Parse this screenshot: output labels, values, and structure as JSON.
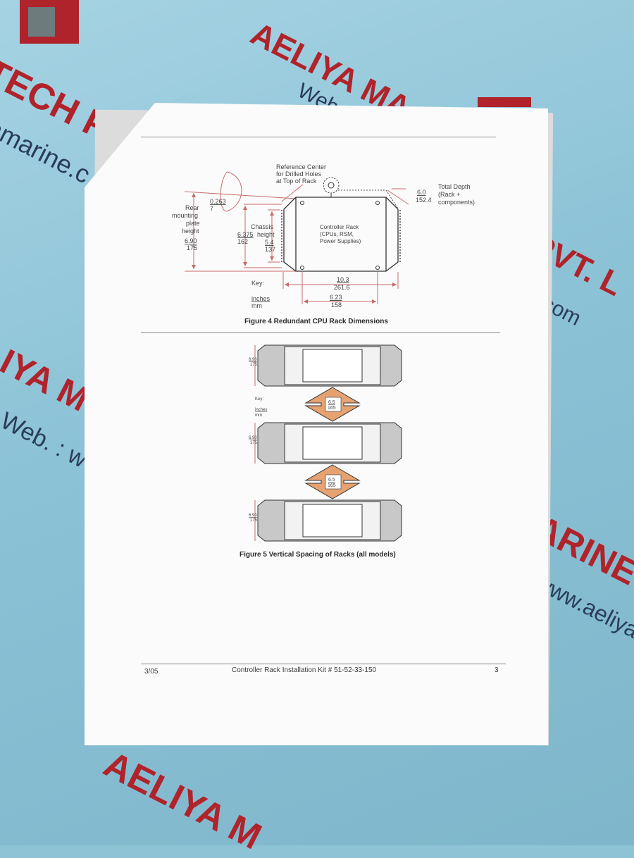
{
  "background": {
    "watermarks": [
      {
        "id": "wm-1",
        "text": "AELIYA MA"
      },
      {
        "id": "wm-2",
        "text": "TECH P"
      },
      {
        "id": "wm-3",
        "text": "amarine.c"
      },
      {
        "id": "wm-4",
        "text": "Web"
      },
      {
        "id": "wm-5",
        "text": "PVT. L"
      },
      {
        "id": "wm-6",
        "text": ".com"
      },
      {
        "id": "wm-7",
        "text": "LIYA M"
      },
      {
        "id": "wm-8",
        "text": "Web. : w"
      },
      {
        "id": "wm-9",
        "text": "ARINE"
      },
      {
        "id": "wm-10",
        "text": "www.aeliya"
      },
      {
        "id": "wm-11",
        "text": "AELIYA M"
      }
    ],
    "accent_red": "#b0232b",
    "sheet_color": "#fbfbfb"
  },
  "figure4": {
    "caption": "Figure 4 Redundant CPU Rack Dimensions",
    "reference_center": [
      "Reference Center",
      "for Drilled Holes",
      "at Top of Rack"
    ],
    "total_depth": [
      "Total Depth",
      "(Rack +",
      "components)"
    ],
    "depth_in": "6.0",
    "depth_mm": "152.4",
    "rear_plate": [
      "Rear",
      "mounting",
      "plate",
      "height"
    ],
    "rear_in": "6.90",
    "rear_mm": "175",
    "offset_in": "0.263",
    "offset_mm": "7",
    "chassis": [
      "Chassis",
      "height"
    ],
    "chassis_left_in": "6.375",
    "chassis_left_mm": "162",
    "chassis_in": "5.4",
    "chassis_mm": "137",
    "rack_label": [
      "Controller Rack",
      "(CPUs, RSM,",
      "Power Supplies)"
    ],
    "key_label": "Key:",
    "key_inches": "inches",
    "key_mm": "mm",
    "width_in": "10.3",
    "width_mm": "261.6",
    "inner_in": "6.23",
    "inner_mm": "158"
  },
  "figure5": {
    "caption": "Figure 5 Vertical Spacing of Racks (all models)",
    "rack_in": "6.90",
    "rack_mm": "175",
    "spacing_in": "6.5",
    "spacing_mm": "165",
    "key_label": "Key:",
    "key_inches": "inches",
    "key_mm": "mm",
    "rack_fill": "#c8c8c8",
    "arrow_fill": "#e6a270"
  },
  "footer": {
    "date": "3/05",
    "title": "Controller Rack Installation Kit # 51-52-33-150",
    "page": "3"
  }
}
